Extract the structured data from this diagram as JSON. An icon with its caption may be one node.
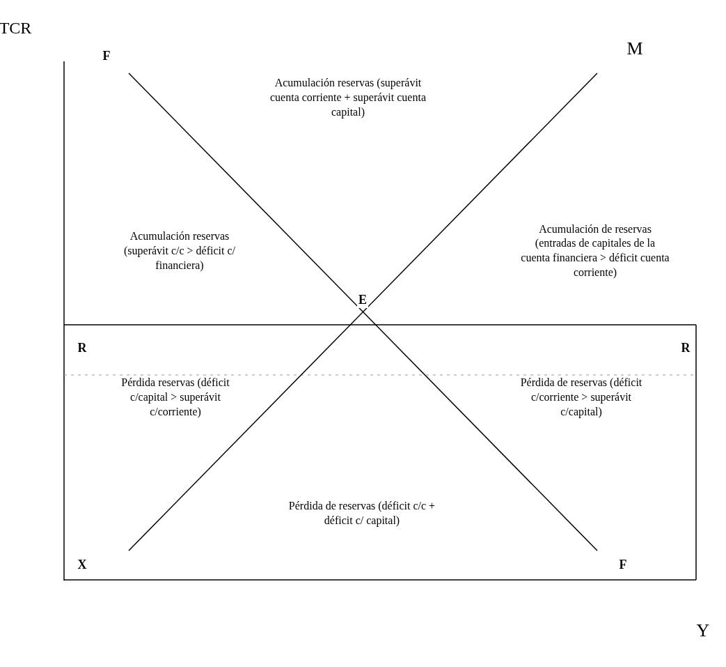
{
  "diagram": {
    "labels": [
      "TCR",
      "F",
      "M",
      "Acumulación reservas (superávit cuenta corriente + superávit cuenta capital)",
      "Acumulación reservas (superávit c/c > déficit c/ financiera)",
      "Acumulación de reservas (entradas de capitales de la cuenta financiera > déficit cuenta corriente)",
      "E",
      "R",
      "R",
      "Pérdida reservas (déficit c/capital > superávit c/corriente)",
      "Pérdida de reservas (déficit c/corriente > superávit c/capital)",
      "Pérdida de reservas (déficit c/c + déficit c/ capital)",
      "X",
      "F",
      "Y"
    ]
  }
}
